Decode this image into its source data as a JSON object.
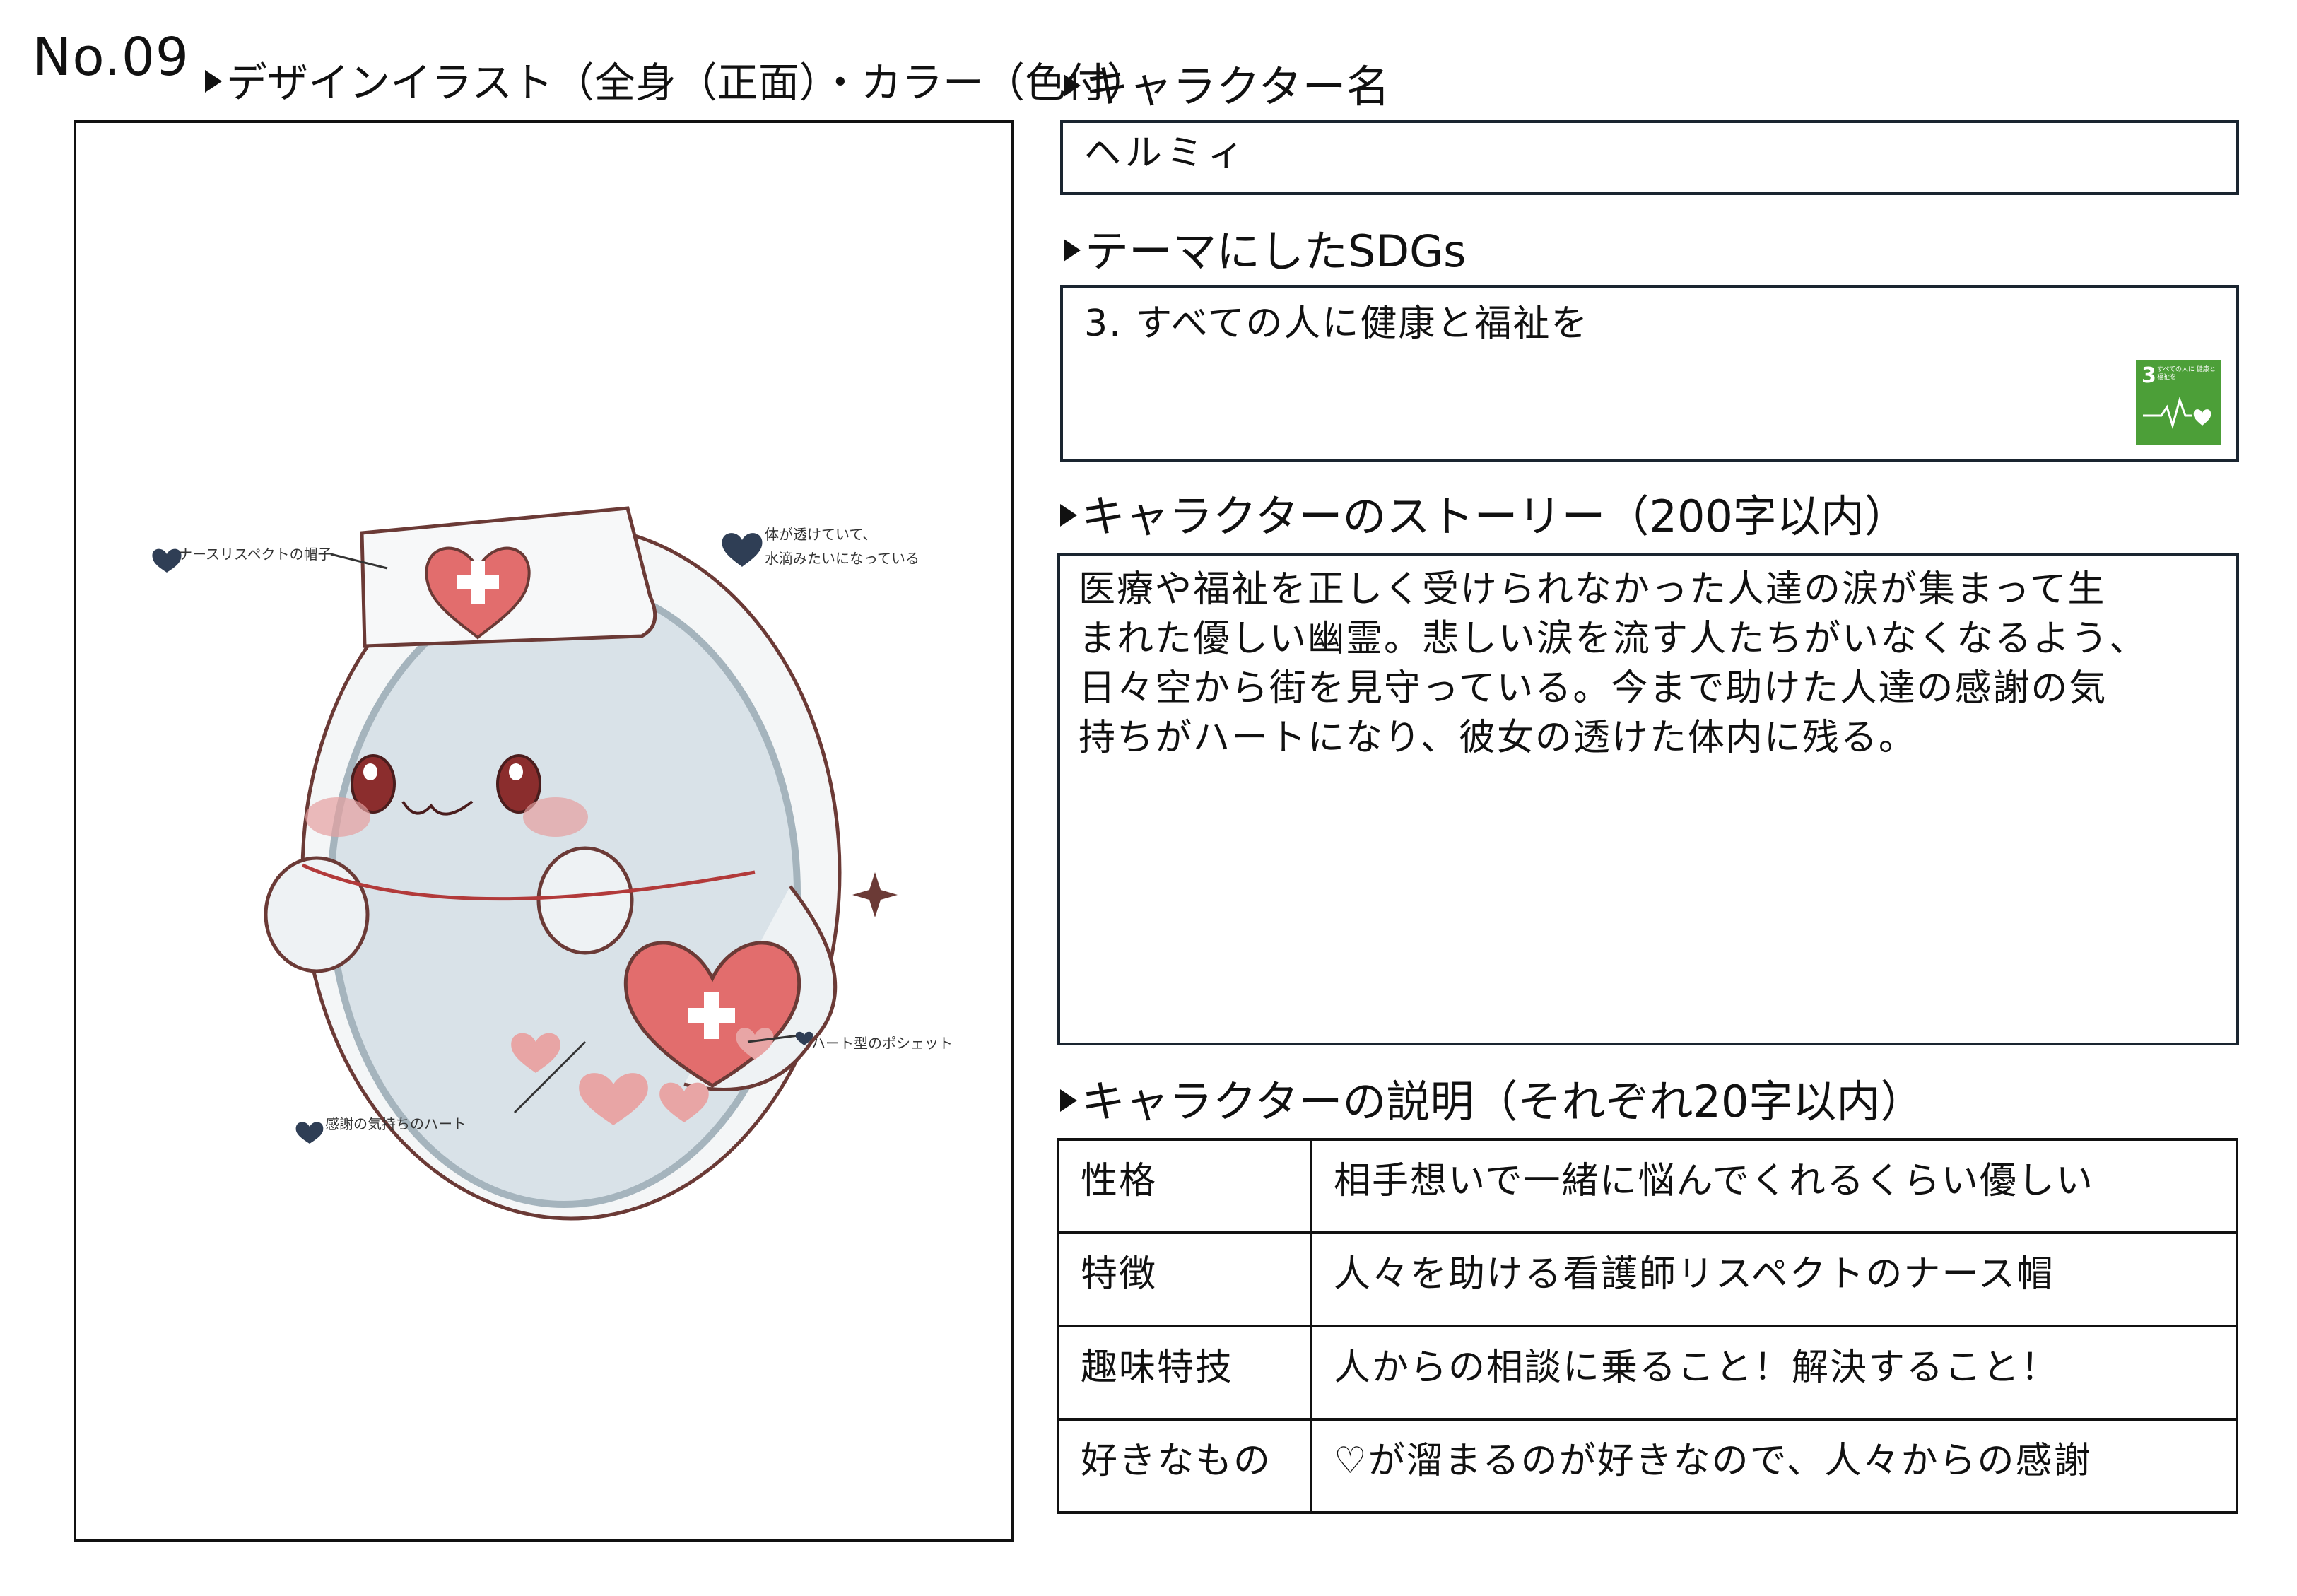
{
  "page_number": "No.09",
  "headings": {
    "illustration": "デザインイラスト（全身（正面）・カラー（色付）",
    "name": "キャラクター名",
    "sdgs": "テーマにしたSDGs",
    "story": "キャラクターのストーリー（200字以内）",
    "description": "キャラクターの説明（それぞれ20字以内）"
  },
  "character_name": "ヘルミィ",
  "sdg_goal": "3. すべての人に健康と福祉を",
  "sdg_icon": {
    "number": "3",
    "label": "すべての人に 健康と福祉を",
    "color": "#4c9f38",
    "icon": "heartbeat-icon"
  },
  "story_lines": [
    "医療や福祉を正しく受けられなかった人達の涙が集まって生",
    "まれた優しい幽霊。悲しい涙を流す人たちがいなくなるよう、",
    "日々空から街を見守っている。今まで助けた人達の感謝の気",
    "持ちがハートになり、彼女の透けた体内に残る。"
  ],
  "description_rows": [
    {
      "label": "性格",
      "value": "相手想いで一緒に悩んでくれるくらい優しい"
    },
    {
      "label": "特徴",
      "value": "人々を助ける看護師リスペクトのナース帽"
    },
    {
      "label": "趣味特技",
      "value": "人からの相談に乗ること！解決すること！"
    },
    {
      "label": "好きなもの",
      "value": "♡が溜まるのが好きなので、人々からの感謝"
    }
  ],
  "callouts": {
    "hat": "ナースリスペクトの帽子",
    "body_1": "体が透けていて、",
    "body_2": "水滴みたいになっている",
    "pochette": "ハート型のポシェット",
    "hearts": "感謝の気持ちのハート"
  },
  "colors": {
    "border": "#1a2530",
    "heart_red": "#e26d6d",
    "body_blue": "#d9e2e8",
    "outline": "#6b3a36"
  }
}
